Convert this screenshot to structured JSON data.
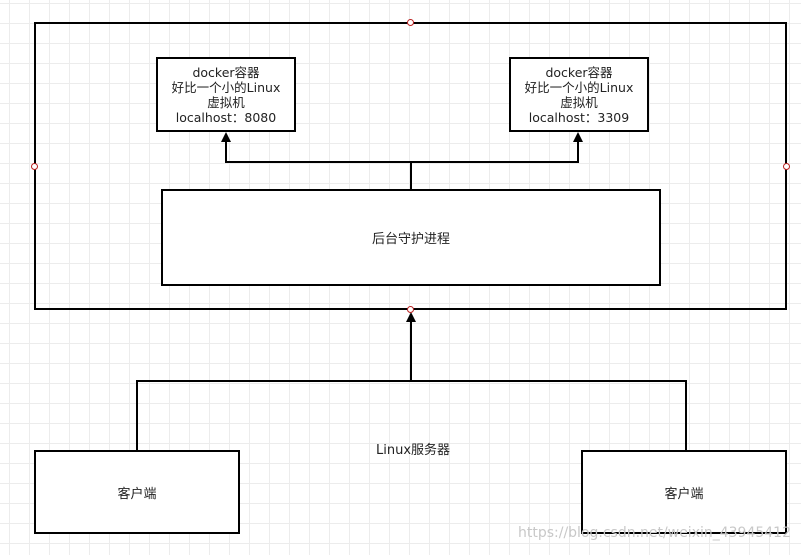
{
  "containers": [
    {
      "line1": "docker容器",
      "line2": "好比一个小的Linux",
      "line3": "虚拟机",
      "line4": "localhost：8080"
    },
    {
      "line1": "docker容器",
      "line2": "好比一个小的Linux",
      "line3": "虚拟机",
      "line4": "localhost：3309"
    }
  ],
  "daemon": {
    "label": "后台守护进程"
  },
  "server": {
    "label": "Linux服务器"
  },
  "clients": [
    {
      "label": "客户端"
    },
    {
      "label": "客户端"
    }
  ],
  "watermark": "https://blog.csdn.net/weixin_43945412",
  "colors": {
    "line": "#000000",
    "handle": "#b22222",
    "grid": "#ececec"
  }
}
